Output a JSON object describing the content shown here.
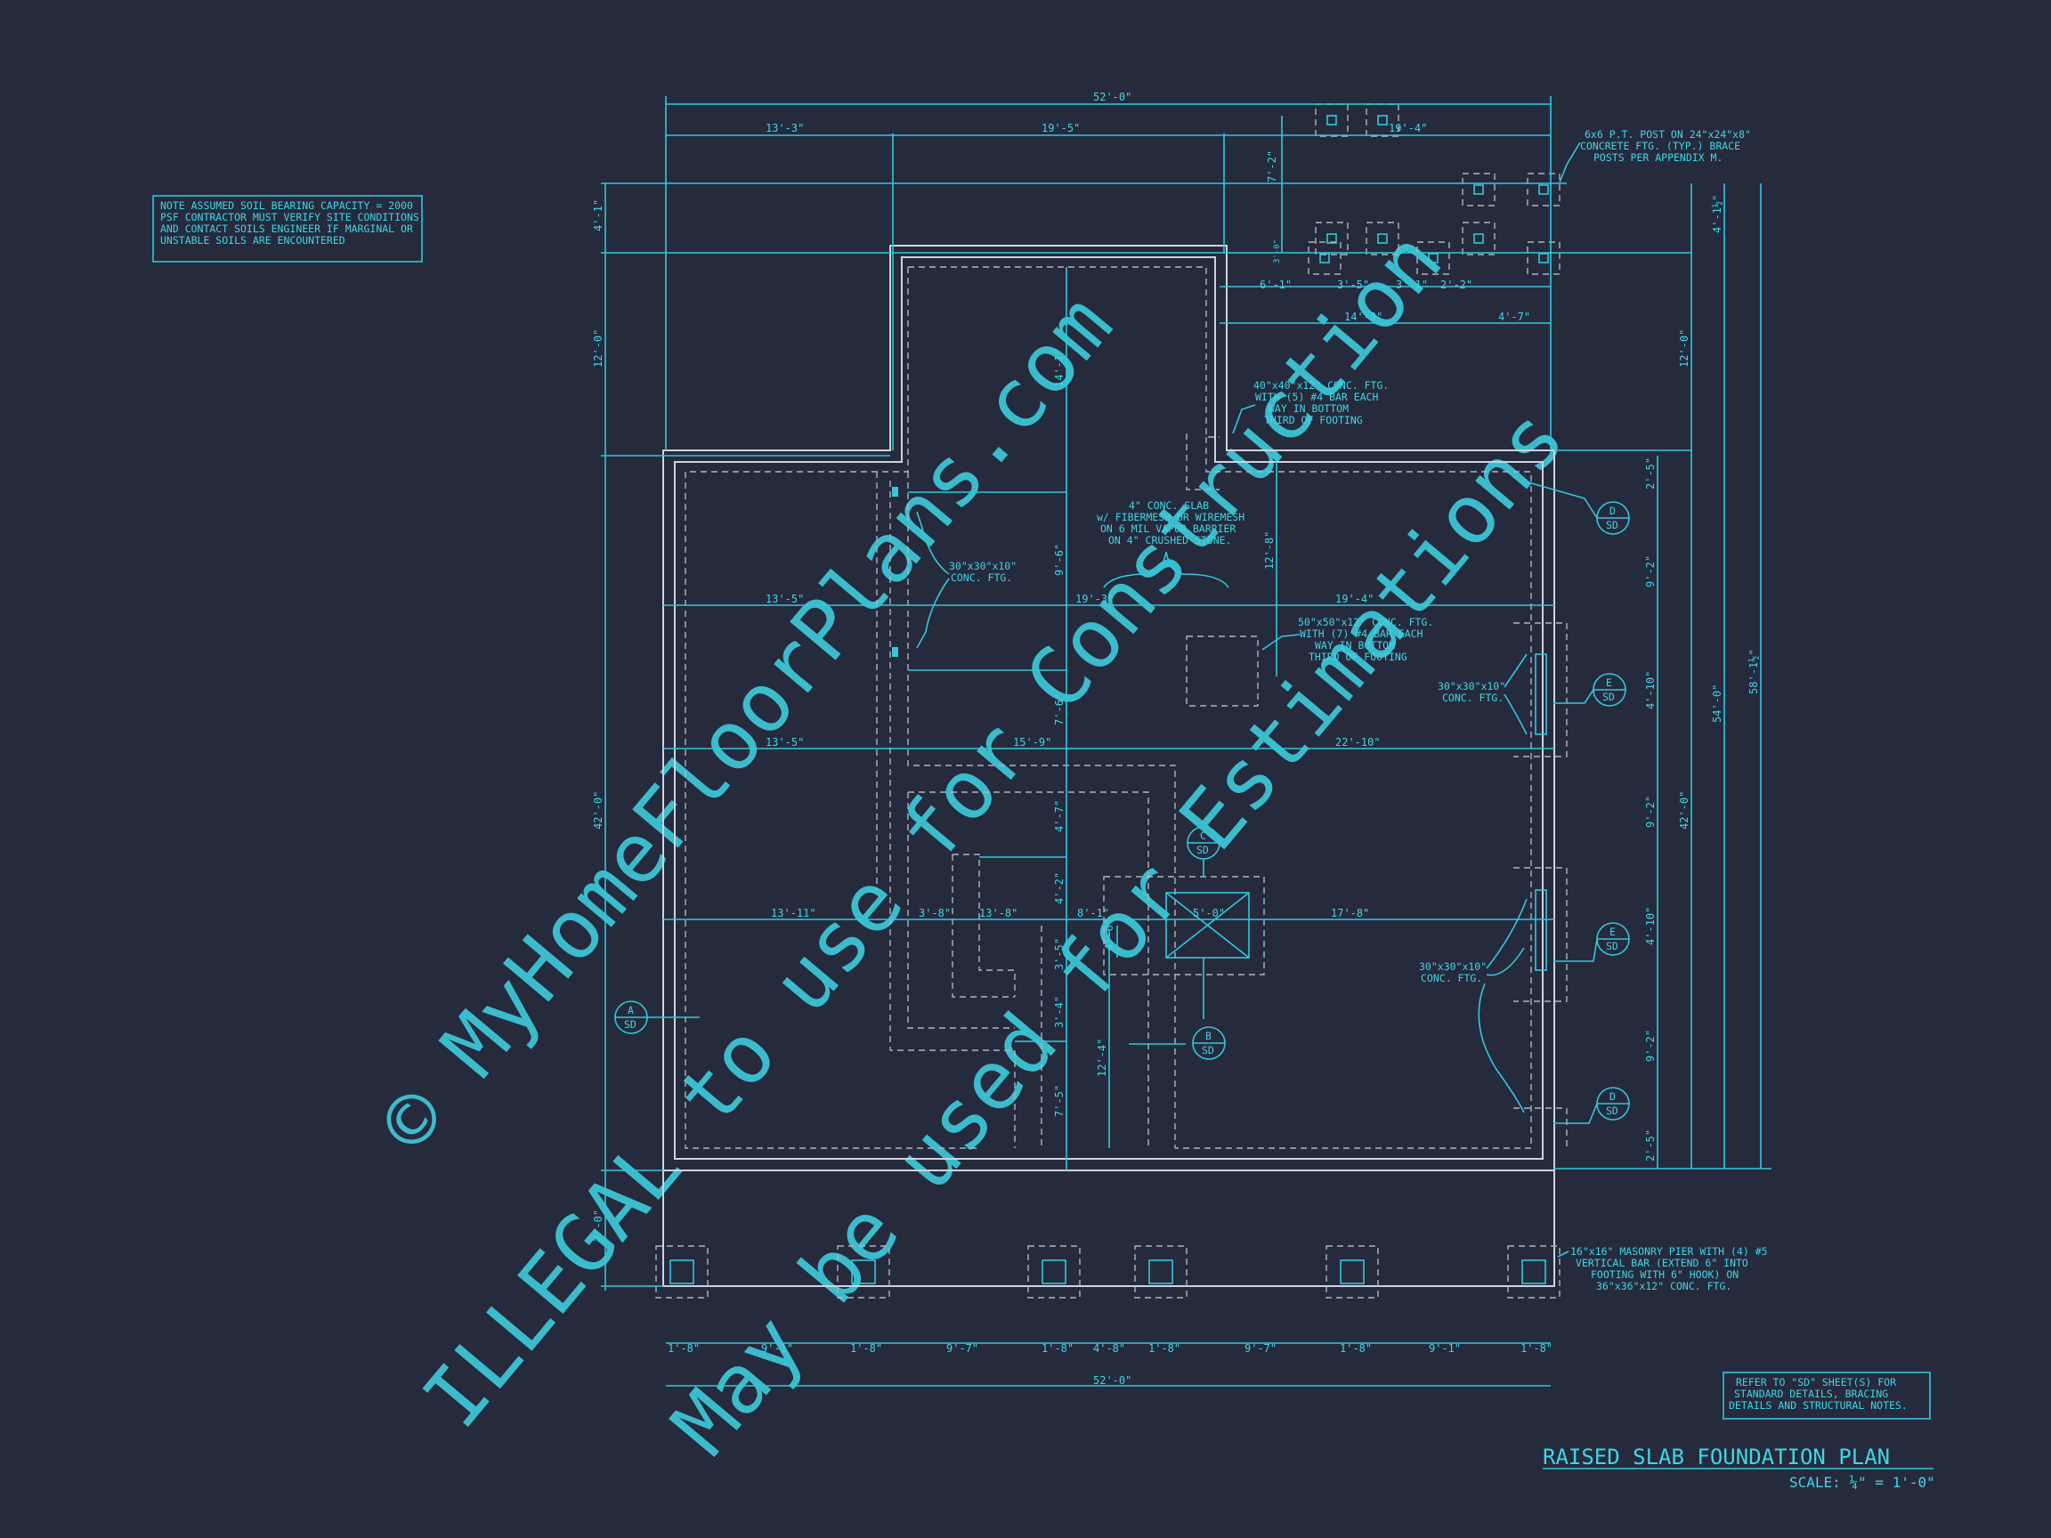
{
  "drawing": {
    "title": "RAISED SLAB FOUNDATION PLAN",
    "scale": "SCALE: ¼\" = 1'-0\"",
    "watermark_lines": [
      "© MyHomeFloorPlans.com",
      "ILLEGAL to use for Construction",
      "May be used for Estimations"
    ]
  },
  "notes": {
    "soil_note": [
      "NOTE ASSUMED SOIL BEARING CAPACITY = 2000",
      "PSF CONTRACTOR MUST VERIFY SITE CONDITIONS",
      "AND CONTACT SOILS ENGINEER IF MARGINAL OR",
      "UNSTABLE SOILS ARE ENCOUNTERED"
    ],
    "refer_note": [
      "REFER TO \"SD\" SHEET(S) FOR",
      "STANDARD DETAILS, BRACING",
      "DETAILS AND STRUCTURAL NOTES."
    ],
    "post_note": [
      "6x6 P.T. POST ON 24\"x24\"x8\"",
      "CONCRETE FTG. (TYP.) BRACE",
      "POSTS PER APPENDIX M."
    ],
    "ftg40_note": [
      "40\"x40\"x12\" CONC. FTG.",
      "WITH (5) #4 BAR EACH",
      "WAY IN BOTTOM",
      "THIRD OF FOOTING"
    ],
    "slab_note": [
      "4\" CONC. SLAB",
      "w/ FIBERMESH OR WIREMESH",
      "ON 6 MIL VAPOR BARRIER",
      "ON 4\" CRUSHED STONE."
    ],
    "ftg30_left": [
      "30\"x30\"x10\"",
      "CONC. FTG."
    ],
    "ftg50_note": [
      "50\"x50\"x12\" CONC. FTG.",
      "WITH (7) #4 BAR EACH",
      "WAY IN BOTTOM",
      "THIRD OF FOOTING"
    ],
    "ftg30_right_upper": [
      "30\"x30\"x10\"",
      "CONC. FTG."
    ],
    "ftg30_right_lower": [
      "30\"x30\"x10\"",
      "CONC. FTG."
    ],
    "pier_note": [
      "16\"x16\" MASONRY PIER WITH (4) #5",
      "VERTICAL BAR (EXTEND 6\" INTO",
      "FOOTING WITH 6\" HOOK) ON",
      "36\"x36\"x12\" CONC. FTG."
    ],
    "fireplace_dim": "5'-0\""
  },
  "section_markers": [
    {
      "letter": "A",
      "sheet": "SD"
    },
    {
      "letter": "B",
      "sheet": "SD"
    },
    {
      "letter": "C",
      "sheet": "SD"
    },
    {
      "letter": "D",
      "sheet": "SD"
    },
    {
      "letter": "E",
      "sheet": "SD"
    },
    {
      "letter": "E",
      "sheet": "SD"
    },
    {
      "letter": "D",
      "sheet": "SD"
    }
  ],
  "dimensions": {
    "top_overall": "52'-0\"",
    "top_segments": [
      "13'-3\"",
      "19'-5\"",
      "19'-4\""
    ],
    "porch_row": [
      "6'-1\"",
      "3'-5\"",
      "3'-1\"",
      "2'-2\""
    ],
    "porch_total": "14'-9\"",
    "porch_right": "4'-7\"",
    "top_small_vertical": "7'-2\"",
    "tiny_vertical": "3'-0\"",
    "row1": [
      "13'-5\"",
      "19'-3\"",
      "19'-4\""
    ],
    "row2": [
      "13'-5\"",
      "15'-9\"",
      "22'-10\""
    ],
    "row3": [
      "13'-11\"",
      "3'-8\"",
      "13'-8\"",
      "8'-1\"",
      "17'-8\""
    ],
    "interior_vertical": [
      "14'-1\"",
      "9'-6\"",
      "7'-6\"",
      "4'-7\"",
      "4'-2\"",
      "3'-5\"",
      "3'-4\"",
      "7'-5\"",
      "12'-4\"",
      "4'-0\"",
      "12'-8\""
    ],
    "left_vertical": [
      "4'-1\"",
      "12'-0\"",
      "42'-0\"",
      "7'-0\""
    ],
    "right_inner": [
      "2'-5\"",
      "9'-2\"",
      "4'-10\"",
      "9'-2\"",
      "4'-10\"",
      "9'-2\"",
      "2'-5\""
    ],
    "right_middle": [
      "12'-0\"",
      "42'-0\""
    ],
    "right_outer": [
      "4'-1½\"",
      "54'-0\"",
      "58'-1½\""
    ],
    "bottom_segments": [
      "1'-8\"",
      "9'-1\"",
      "1'-8\"",
      "9'-7\"",
      "1'-8\"",
      "4'-8\"",
      "1'-8\"",
      "9'-7\"",
      "1'-8\"",
      "9'-1\"",
      "1'-8\""
    ],
    "bottom_overall": "52'-0\""
  }
}
